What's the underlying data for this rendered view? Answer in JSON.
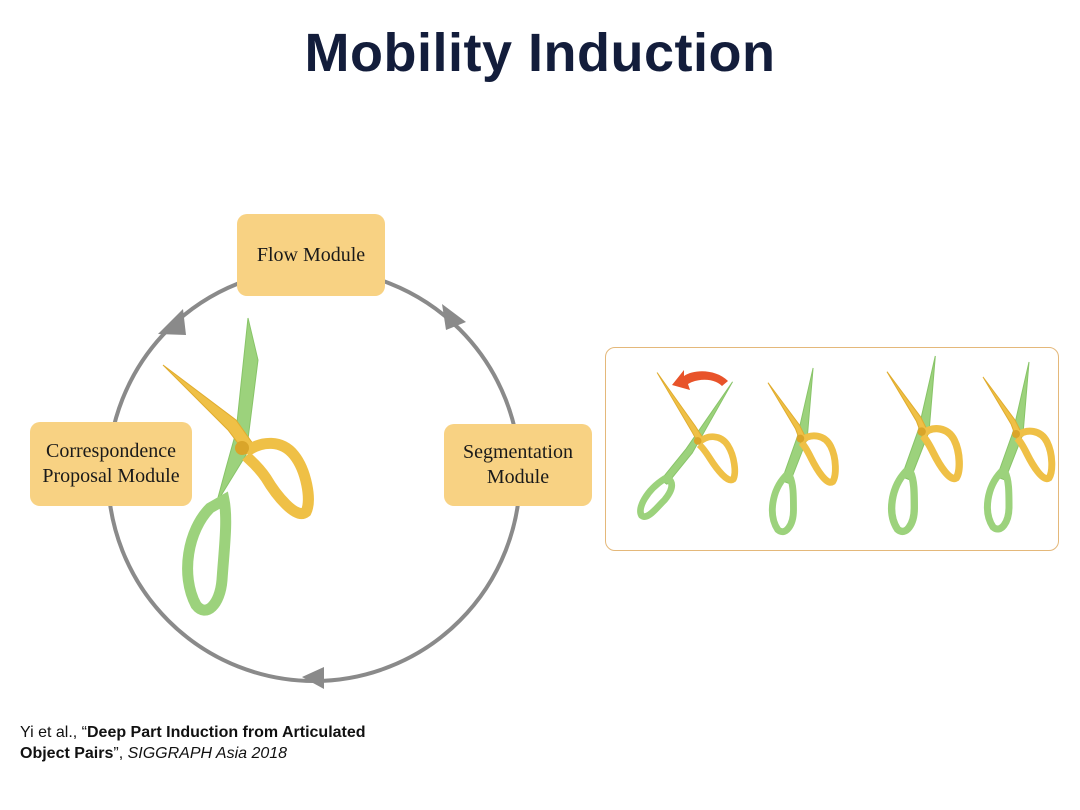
{
  "title": "Mobility Induction",
  "modules": {
    "flow": "Flow Module",
    "correspondence_line1": "Correspondence",
    "correspondence_line2": "Proposal Module",
    "segmentation_line1": "Segmentation",
    "segmentation_line2": "Module"
  },
  "citation": {
    "authors": "Yi et al., “",
    "title_line1": "Deep Part Induction from Articulated",
    "title_line2": "Object Pairs",
    "sep": "”, ",
    "venue": "SIGGRAPH Asia 2018"
  },
  "colors": {
    "title": "#131d3b",
    "module_fill": "#f8d283",
    "cycle_stroke": "#8a8a8a",
    "part_yellow": "#efc046",
    "part_green": "#9cd27c",
    "motion_arrow": "#e8532a",
    "panel_border": "#e4b87a"
  },
  "icons": {
    "cycle_arrows": "arrowhead-icon",
    "object": "scissors-icon",
    "motion": "curved-arrow-icon"
  }
}
